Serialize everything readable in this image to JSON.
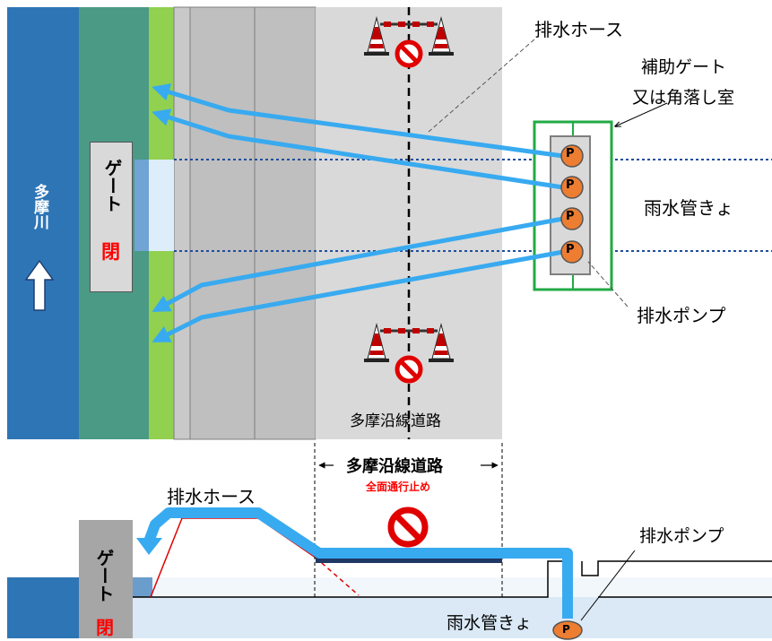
{
  "plan": {
    "river_name": "多摩川",
    "gate_text": "ゲート",
    "gate_state": "閉",
    "hose_label": "排水ホース",
    "aux_gate_label_1": "補助ゲート",
    "aux_gate_label_2": "又は角落し室",
    "pipe_label": "雨水管きょ",
    "pump_label": "排水ポンプ",
    "pump_symbol": "P",
    "road_label": "多摩沿線道路"
  },
  "section": {
    "road_label": "多摩沿線道路",
    "closure_label": "全面通行止め",
    "hose_label": "排水ホース",
    "pump_label": "排水ポンプ",
    "pipe_label": "雨水管きょ",
    "gate_text": "ゲート",
    "gate_state": "閉",
    "pump_symbol": "P"
  },
  "colors": {
    "river": "#2e75b6",
    "embankment": "#4a9a86",
    "grass": "#92d050",
    "road": "#bfbfbf",
    "road_light": "#d9d9d9",
    "hose": "#38aaf0",
    "pump": "#ed7d31",
    "chamber_border": "#22aa44",
    "alert": "#ff0000"
  },
  "icons": [
    "barrier-icon",
    "no-entry-icon",
    "up-arrow-icon",
    "pump-icon"
  ]
}
